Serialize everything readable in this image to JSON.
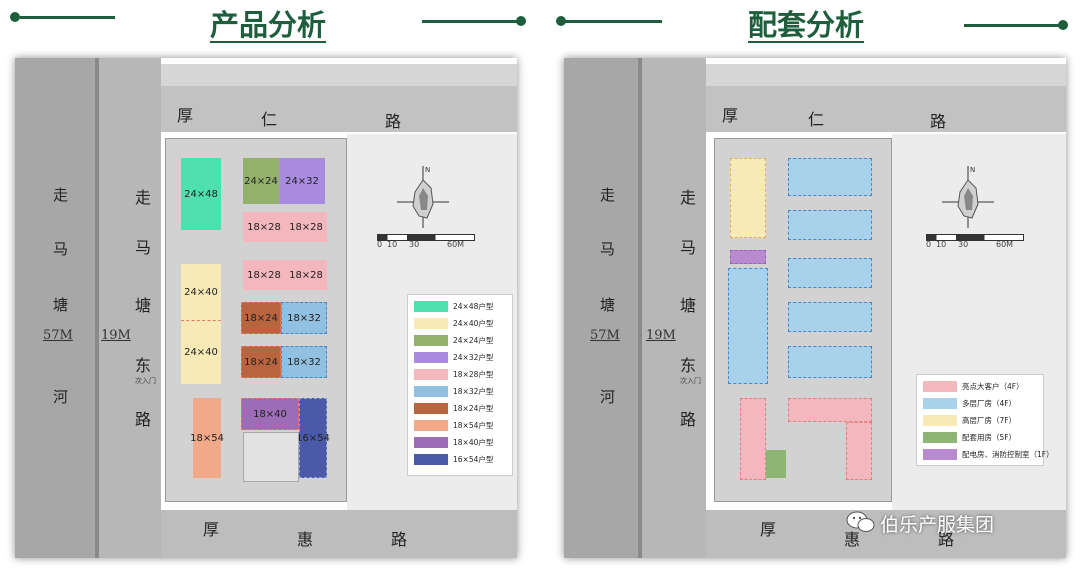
{
  "headers": {
    "left": "产品分析",
    "right": "配套分析"
  },
  "map": {
    "river_chars": [
      "走",
      "马",
      "塘",
      "河"
    ],
    "road_left_chars": [
      "走",
      "马",
      "塘",
      "东",
      "路"
    ],
    "road_top_chars": [
      "厚",
      "仁",
      "路"
    ],
    "road_bottom_chars": [
      "厚",
      "惠",
      "路"
    ],
    "dim_river": "57M",
    "dim_road": "19M",
    "scale_labels": [
      "0",
      "10",
      "30",
      "60M"
    ],
    "entrance": "次入门"
  },
  "left_blocks": {
    "b1": "24×48",
    "b2": "24×24",
    "b3": "24×32",
    "b4": "18×28",
    "b5": "18×28",
    "b6": "24×40",
    "b7": "18×28",
    "b8": "18×28",
    "b9": "24×40",
    "b10": "18×24",
    "b11": "18×32",
    "b12": "18×24",
    "b13": "18×32",
    "b14": "18×54",
    "b15": "18×40",
    "b16": "16×54"
  },
  "left_legend": [
    {
      "label": "24×48户型",
      "color": "#4fe0b0"
    },
    {
      "label": "24×40户型",
      "color": "#f8eab6"
    },
    {
      "label": "24×24户型",
      "color": "#93b06c"
    },
    {
      "label": "24×32户型",
      "color": "#a98ce0"
    },
    {
      "label": "18×28户型",
      "color": "#f3b8bd"
    },
    {
      "label": "18×32户型",
      "color": "#92c0e0"
    },
    {
      "label": "18×24户型",
      "color": "#b8643e"
    },
    {
      "label": "18×54户型",
      "color": "#f2a98a"
    },
    {
      "label": "18×40户型",
      "color": "#9c6cb6"
    },
    {
      "label": "16×54户型",
      "color": "#4a5aa8"
    }
  ],
  "right_legend": [
    {
      "label": "亮点大客户（4F）",
      "color": "#f3b8bd"
    },
    {
      "label": "多层厂房（4F）",
      "color": "#a8d2ec"
    },
    {
      "label": "高层厂房（7F）",
      "color": "#f8eab6"
    },
    {
      "label": "配套用房（5F）",
      "color": "#8fb574"
    },
    {
      "label": "配电房、消防控制室（1F）",
      "color": "#b88ad0"
    }
  ],
  "watermark": "伯乐产服集团"
}
